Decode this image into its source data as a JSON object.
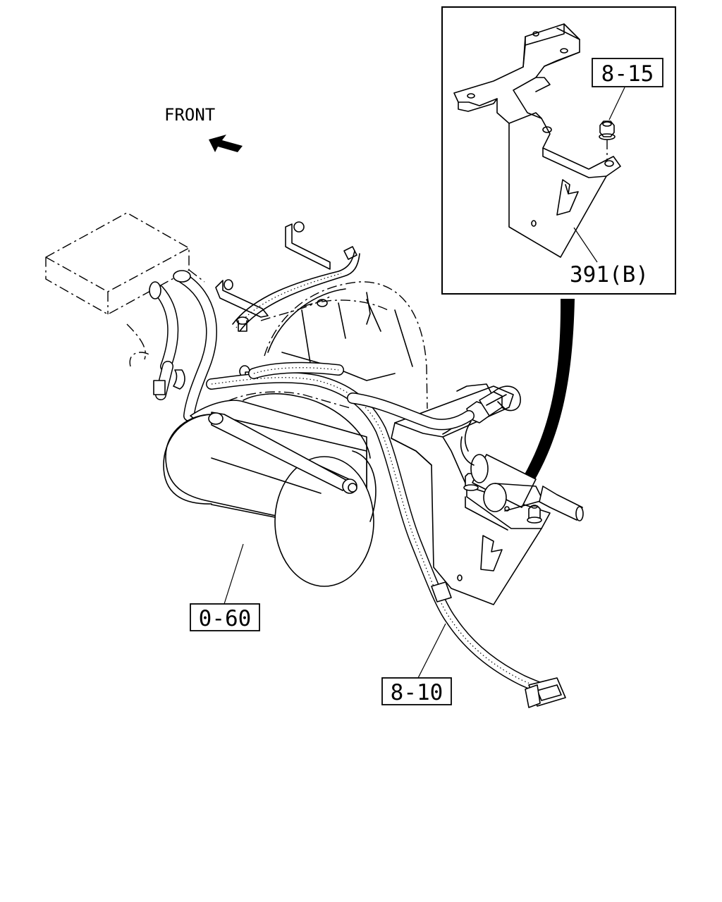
{
  "direction": {
    "label": "FRONT",
    "icon": "front-arrow-icon"
  },
  "callouts": {
    "nut": "8-15",
    "bracket": "391(B)",
    "module": "0-60",
    "harness": "8-10"
  },
  "colors": {
    "line": "#000000",
    "background": "#ffffff"
  }
}
